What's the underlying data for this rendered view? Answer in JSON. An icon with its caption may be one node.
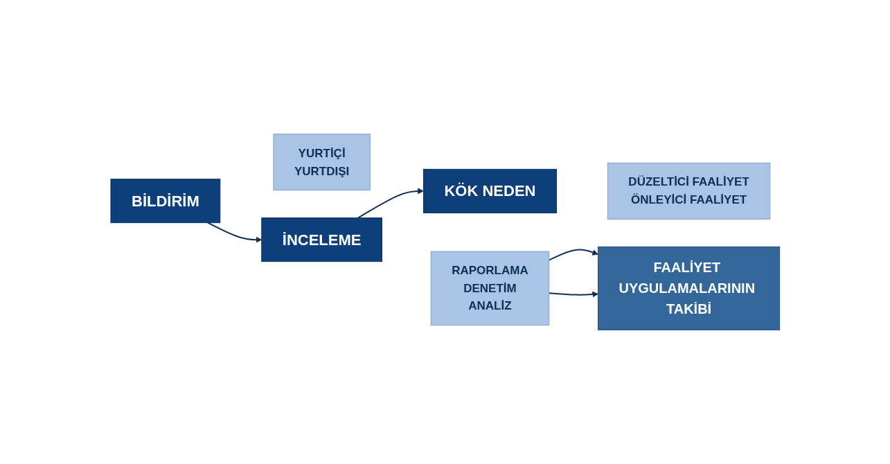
{
  "diagram": {
    "nodes": [
      {
        "text": [
          "BİLDİRİM"
        ]
      },
      {
        "text": [
          "YURTİÇİ",
          "YURTDIŞI"
        ]
      },
      {
        "text": [
          "İNCELEME"
        ]
      },
      {
        "text": [
          "RAPORLAMA",
          "DENETİM",
          "ANALİZ"
        ]
      },
      {
        "text": [
          "KÖK NEDEN"
        ]
      },
      {
        "text": [
          "DÜZELTİCİ FAALİYET",
          "ÖNLEYİCİ FAALİYET"
        ]
      },
      {
        "text": [
          "FAALİYET UYGULAMALARININ TAKİBİ"
        ]
      }
    ],
    "edges": [
      {
        "from": 0,
        "to": 2,
        "arrow": "to"
      },
      {
        "from": 2,
        "to": 4,
        "arrow": "to"
      },
      {
        "from": 3,
        "to": 6,
        "arrow": "to"
      },
      {
        "from": 3,
        "to": 6,
        "arrow": "to"
      }
    ]
  }
}
